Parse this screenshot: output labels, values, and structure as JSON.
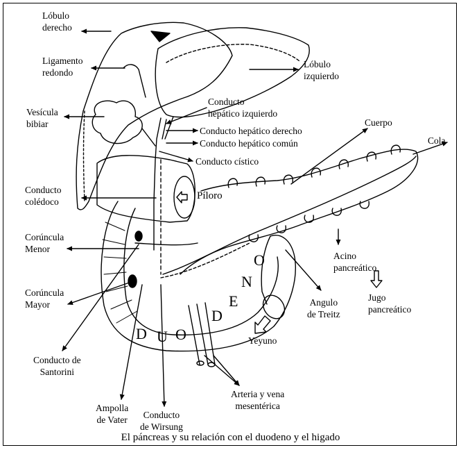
{
  "labels": {
    "lobulo_derecho": [
      "Lóbulo",
      "derecho"
    ],
    "ligamento_redondo": [
      "Ligamento",
      "redondo"
    ],
    "lobulo_izquierdo": [
      "Lóbulo",
      "izquierdo"
    ],
    "vesicula_biliar": [
      "Vesícula",
      "bibiar"
    ],
    "conducto_hepatico_izquierdo": [
      "Conducto",
      "hepático izquierdo"
    ],
    "conducto_hepatico_derecho": "Conducto hepático derecho",
    "conducto_hepatico_comun": "Conducto hepático común",
    "conducto_cistico": "Conducto cístico",
    "cuerpo": "Cuerpo",
    "cola": "Cola",
    "conducto_coledoco": [
      "Conducto",
      "colédoco"
    ],
    "piloro": "Píloro",
    "caruncula_menor": [
      "Corúncula",
      "Menor"
    ],
    "caruncula_mayor": [
      "Corúncula",
      "Mayor"
    ],
    "acino_pancreatico": [
      "Acino",
      "pancreático"
    ],
    "jugo_pancreatico": [
      "Jugo",
      "pancreático"
    ],
    "angulo_treitz": [
      "Angulo",
      "de Treitz"
    ],
    "yeyuno": "Yeyuno",
    "conducto_santorini": [
      "Conducto de",
      "Santorini"
    ],
    "ampolla_vater": [
      "Ampolla",
      "de Vater"
    ],
    "conducto_wirsung": [
      "Conducto",
      "de Wirsung"
    ],
    "arteria_vena": [
      "Arteria y vena",
      "mesentérica"
    ]
  },
  "duodeno_letters": [
    "D",
    "U",
    "O",
    "D",
    "E",
    "N",
    "O"
  ],
  "caption": "El páncreas y su relación con el duodeno y el higado"
}
